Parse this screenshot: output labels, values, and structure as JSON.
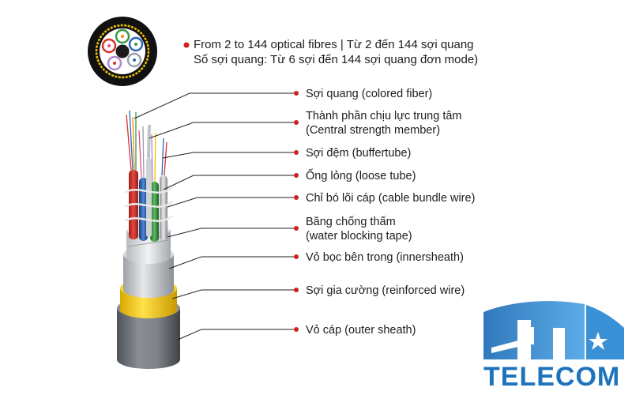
{
  "header": {
    "line1": "From 2 to 144 optical fibres  | Từ 2 đến 144 sợi quang",
    "line2": "Số sợi quang: Từ 6 sợi đến 144 sợi quang đơn mode)"
  },
  "labels": [
    {
      "id": "fiber",
      "lines": [
        "Sợi quang (colored fiber)"
      ]
    },
    {
      "id": "central-strength-member",
      "lines": [
        "Thành phần chịu lực trung tâm",
        "(Central strength member)"
      ]
    },
    {
      "id": "buffertube",
      "lines": [
        "Sợi đệm (buffertube)"
      ]
    },
    {
      "id": "loose-tube",
      "lines": [
        "Ống lỏng (loose tube)"
      ]
    },
    {
      "id": "cable-bundle-wire",
      "lines": [
        "Chỉ bó lõi cáp (cable bundle wire)"
      ]
    },
    {
      "id": "water-blocking-tape",
      "lines": [
        "Băng chống thấm",
        "(water blocking tape)"
      ]
    },
    {
      "id": "innersheath",
      "lines": [
        "Vỏ bọc bên trong (innersheath)"
      ]
    },
    {
      "id": "reinforced-wire",
      "lines": [
        "Sợi gia cường (reinforced wire)"
      ]
    },
    {
      "id": "outer-sheath",
      "lines": [
        "Vỏ cáp (outer sheath)"
      ]
    }
  ],
  "logo": {
    "text": "TELECOM",
    "icon": "hn-telecom-logo-icon"
  },
  "colors": {
    "bullet": "#d21f1f",
    "leader": "#222222",
    "outer_sheath": "#6f747a",
    "reinforced_yellow": "#f2c400",
    "innersheath": "#c4c7cb",
    "logo_blue": "#1e73bd",
    "tube_red": "#d6322a",
    "tube_blue": "#2e67b8",
    "tube_green": "#3a9a45"
  }
}
